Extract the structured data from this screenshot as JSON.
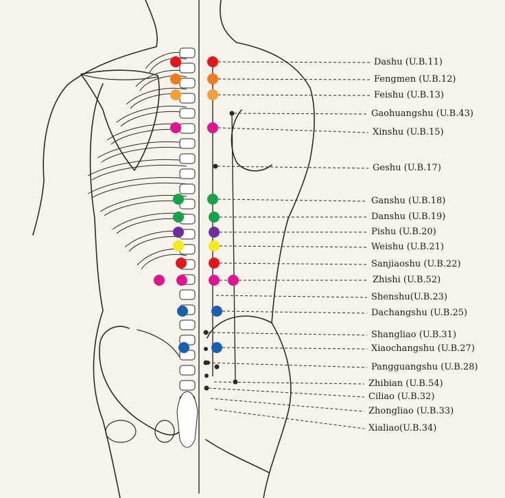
{
  "colors": {
    "background": "#f6f3ea",
    "line": "#2a2a2a",
    "red": "#e8141b",
    "orange": "#f07a1c",
    "light_orange": "#f3a03a",
    "magenta": "#e0148c",
    "green": "#18a24a",
    "purple": "#6c2fa0",
    "yellow": "#f5ea18",
    "blue": "#1b5fb0"
  },
  "points": [
    {
      "name": "Dashu",
      "code": "(U.B.11)",
      "color": "red",
      "label": "Dashu  (U.B.11)"
    },
    {
      "name": "Fengmen",
      "code": "(U.B.12)",
      "color": "orange",
      "label": "Fengmen  (U.B.12)"
    },
    {
      "name": "Feishu",
      "code": "(U.B.13)",
      "color": "light_orange",
      "label": "Feishu  (U.B.13)"
    },
    {
      "name": "Gaohuangshu",
      "code": "(U.B.43)",
      "color": "none",
      "label": "Gaohuangshu  (U.B.43)"
    },
    {
      "name": "Xinshu",
      "code": "(U.B.15)",
      "color": "magenta",
      "label": "Xinshu  (U.B.15)"
    },
    {
      "name": "Geshu",
      "code": "(U.B.17)",
      "color": "none",
      "label": "Geshu  (U.B.17)"
    },
    {
      "name": "Ganshu",
      "code": "(U.B.18)",
      "color": "green",
      "label": "Ganshu  (U.B.18)"
    },
    {
      "name": "Danshu",
      "code": "(U.B.19)",
      "color": "green",
      "label": "Danshu  (U.B.19)"
    },
    {
      "name": "Pishu",
      "code": "(U.B.20)",
      "color": "purple",
      "label": "Pishu  (U.B.20)"
    },
    {
      "name": "Weishu",
      "code": "(U.B.21)",
      "color": "yellow",
      "label": "Weishu  (U.B.21)"
    },
    {
      "name": "Sanjiaoshu",
      "code": "(U.B.22)",
      "color": "red",
      "label": "Sanjiaoshu  (U.B.22)"
    },
    {
      "name": "Zhishi",
      "code": "(U.B.52)",
      "color": "magenta",
      "label": "Zhishi  (U.B.52)"
    },
    {
      "name": "Shenshu",
      "code": "(U.B.23)",
      "color": "none",
      "label": "Shenshu(U.B.23)"
    },
    {
      "name": "Dachangshu",
      "code": "(U.B.25)",
      "color": "blue",
      "label": "Dachangshu  (U.B.25)"
    },
    {
      "name": "Shangliao",
      "code": "(U.B.31)",
      "color": "none",
      "label": "Shangliao  (U.B.31)"
    },
    {
      "name": "Xiaochangshu",
      "code": "(U.B.27)",
      "color": "blue",
      "label": "Xiaochangshu  (U.B.27)"
    },
    {
      "name": "Pangguangshu",
      "code": "(U.B.28)",
      "color": "none",
      "label": "Pangguangshu  (U.B.28)"
    },
    {
      "name": "Zhibian",
      "code": "(U.B.54)",
      "color": "none",
      "label": "Zhibian  (U.B.54)"
    },
    {
      "name": "Ciliao",
      "code": "(U.B.32)",
      "color": "none",
      "label": "Ciliao  (U.B.32)"
    },
    {
      "name": "Zhongliao",
      "code": "(U.B.33)",
      "color": "none",
      "label": "Zhongliao  (U.B.33)"
    },
    {
      "name": "Xialiao",
      "code": "(U.B.34)",
      "color": "none",
      "label": "Xialiao(U.B.34)"
    }
  ]
}
